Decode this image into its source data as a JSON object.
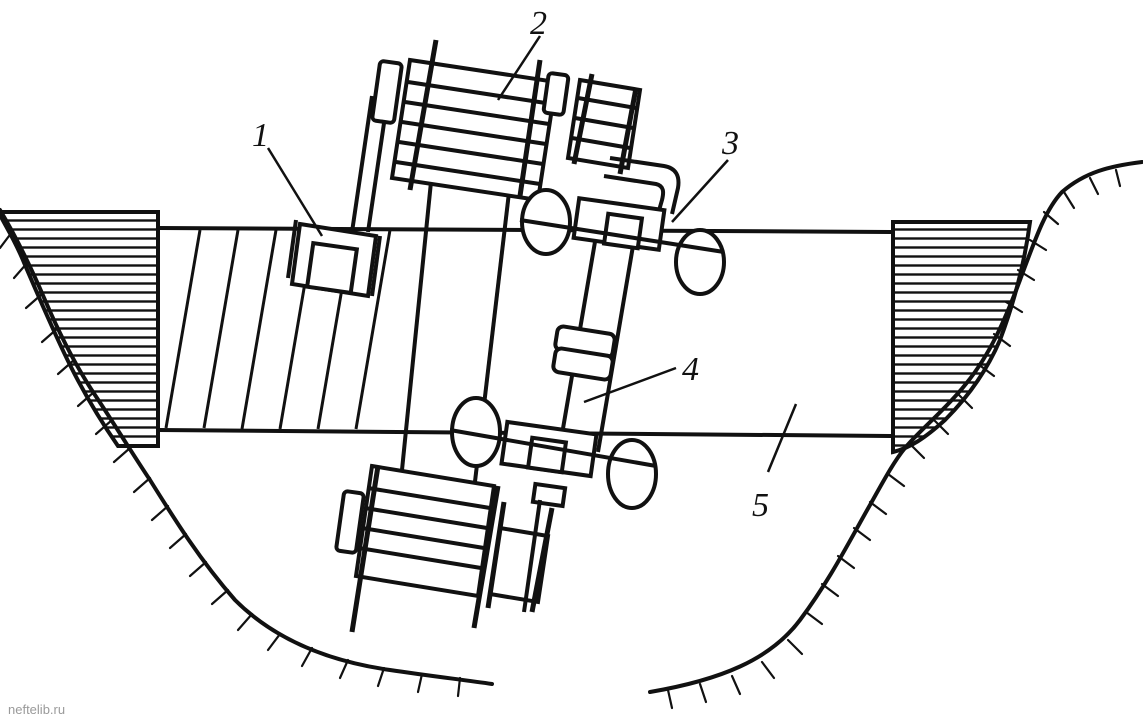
{
  "callouts": {
    "label_1": "1",
    "label_2": "2",
    "label_3": "3",
    "label_4": "4",
    "label_5": "5"
  },
  "watermark": "neftelib.ru",
  "colors": {
    "ink": "#111111",
    "paper": "#ffffff",
    "watermark": "#9a9a9a"
  }
}
